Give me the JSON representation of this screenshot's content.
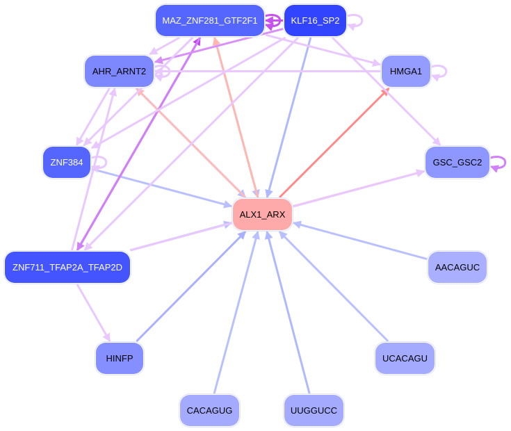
{
  "diagram": {
    "type": "directed-network",
    "nodes": [
      {
        "id": "MAZ_ZNF281_GTF2F1",
        "label": "MAZ_ZNF281_GTF2F1",
        "fill": "#5566ff",
        "text_color": "#ffffff"
      },
      {
        "id": "KLF16_SP2",
        "label": "KLF16_SP2",
        "fill": "#3344ff",
        "text_color": "#ffffff"
      },
      {
        "id": "AHR_ARNT2",
        "label": "AHR_ARNT2",
        "fill": "#7d88ff",
        "text_color": "#000000"
      },
      {
        "id": "HMGA1",
        "label": "HMGA1",
        "fill": "#949dff",
        "text_color": "#000000"
      },
      {
        "id": "ZNF384",
        "label": "ZNF384",
        "fill": "#5566ff",
        "text_color": "#ffffff"
      },
      {
        "id": "GSC_GSC2",
        "label": "GSC_GSC2",
        "fill": "#8e97ff",
        "text_color": "#000000"
      },
      {
        "id": "ALX1_ARX",
        "label": "ALX1_ARX",
        "fill": "#ffaaaa",
        "text_color": "#000000"
      },
      {
        "id": "ZNF711_TFAP2A_TFAP2D",
        "label": "ZNF711_TFAP2A_TFAP2D",
        "fill": "#4455ff",
        "text_color": "#ffffff"
      },
      {
        "id": "AACAGUC",
        "label": "AACAGUC",
        "fill": "#aab0ff",
        "text_color": "#000000"
      },
      {
        "id": "HINFP",
        "label": "HINFP",
        "fill": "#858fff",
        "text_color": "#000000"
      },
      {
        "id": "UCACAGU",
        "label": "UCACAGU",
        "fill": "#a4abff",
        "text_color": "#000000"
      },
      {
        "id": "CACAGUG",
        "label": "CACAGUG",
        "fill": "#a4abff",
        "text_color": "#000000"
      },
      {
        "id": "UUGGUCC",
        "label": "UUGGUCC",
        "fill": "#a4abff",
        "text_color": "#000000"
      }
    ],
    "edges": [
      {
        "from": "ZNF384",
        "to": "ALX1_ARX",
        "color": "#b8c0ff"
      },
      {
        "from": "ZNF711_TFAP2A_TFAP2D",
        "to": "ALX1_ARX",
        "color": "#b8c0ff"
      },
      {
        "from": "AHR_ARNT2",
        "to": "ALX1_ARX",
        "color": "#b8c0ff"
      },
      {
        "from": "MAZ_ZNF281_GTF2F1",
        "to": "ALX1_ARX",
        "color": "#b8c0ff"
      },
      {
        "from": "KLF16_SP2",
        "to": "ALX1_ARX",
        "color": "#b0b8ff"
      },
      {
        "from": "AACAGUC",
        "to": "ALX1_ARX",
        "color": "#b8c0ff"
      },
      {
        "from": "HINFP",
        "to": "ALX1_ARX",
        "color": "#a8b0ff"
      },
      {
        "from": "UCACAGU",
        "to": "ALX1_ARX",
        "color": "#b8c0ff"
      },
      {
        "from": "CACAGUG",
        "to": "ALX1_ARX",
        "color": "#b8c0ff"
      },
      {
        "from": "UUGGUCC",
        "to": "ALX1_ARX",
        "color": "#b0b8ff"
      },
      {
        "from": "ALX1_ARX",
        "to": "HMGA1",
        "color": "#ff8888"
      },
      {
        "from": "ALX1_ARX",
        "to": "GSC_GSC2",
        "color": "#ffbbbb"
      },
      {
        "from": "ALX1_ARX",
        "to": "MAZ_ZNF281_GTF2F1",
        "color": "#ffb8b0"
      },
      {
        "from": "ALX1_ARX",
        "to": "AHR_ARNT2",
        "color": "#ffbbbb"
      },
      {
        "from": "ZNF711_TFAP2A_TFAP2D",
        "to": "MAZ_ZNF281_GTF2F1",
        "color": "#c040f0"
      },
      {
        "from": "MAZ_ZNF281_GTF2F1",
        "to": "ZNF711_TFAP2A_TFAP2D",
        "color": "#d080f8"
      },
      {
        "from": "KLF16_SP2",
        "to": "AHR_ARNT2",
        "color": "#d890f8"
      },
      {
        "from": "KLF16_SP2",
        "to": "MAZ_ZNF281_GTF2F1",
        "color": "#c850f0"
      },
      {
        "from": "KLF16_SP2",
        "to": "GSC_GSC2",
        "color": "#e8c8ff"
      },
      {
        "from": "KLF16_SP2",
        "to": "ZNF384",
        "color": "#e8c8ff"
      },
      {
        "from": "KLF16_SP2",
        "to": "ZNF711_TFAP2A_TFAP2D",
        "color": "#e8c8ff"
      },
      {
        "from": "MAZ_ZNF281_GTF2F1",
        "to": "HMGA1",
        "color": "#e8c8ff"
      },
      {
        "from": "MAZ_ZNF281_GTF2F1",
        "to": "AHR_ARNT2",
        "color": "#e8c8ff"
      },
      {
        "from": "MAZ_ZNF281_GTF2F1",
        "to": "ZNF384",
        "color": "#e8c8ff"
      },
      {
        "from": "HMGA1",
        "to": "AHR_ARNT2",
        "color": "#e8c8ff"
      },
      {
        "from": "AHR_ARNT2",
        "to": "ZNF384",
        "color": "#e8c8ff"
      },
      {
        "from": "ZNF711_TFAP2A_TFAP2D",
        "to": "AHR_ARNT2",
        "color": "#e8c8ff"
      },
      {
        "from": "ZNF711_TFAP2A_TFAP2D",
        "to": "GSC_GSC2",
        "color": "#e8c8ff"
      },
      {
        "from": "ZNF711_TFAP2A_TFAP2D",
        "to": "HINFP",
        "color": "#e8c8ff"
      },
      {
        "from": "MAZ_ZNF281_GTF2F1",
        "to": "MAZ_ZNF281_GTF2F1",
        "color": "#c850f0",
        "self_loop": true
      },
      {
        "from": "KLF16_SP2",
        "to": "KLF16_SP2",
        "color": "#e8c8ff",
        "self_loop": true
      },
      {
        "from": "AHR_ARNT2",
        "to": "AHR_ARNT2",
        "color": "#e8c8ff",
        "self_loop": true
      },
      {
        "from": "HMGA1",
        "to": "HMGA1",
        "color": "#e8c8ff",
        "self_loop": true
      },
      {
        "from": "ZNF384",
        "to": "ZNF384",
        "color": "#e8c8ff",
        "self_loop": true
      },
      {
        "from": "GSC_GSC2",
        "to": "GSC_GSC2",
        "color": "#d080f8",
        "self_loop": true
      }
    ]
  }
}
